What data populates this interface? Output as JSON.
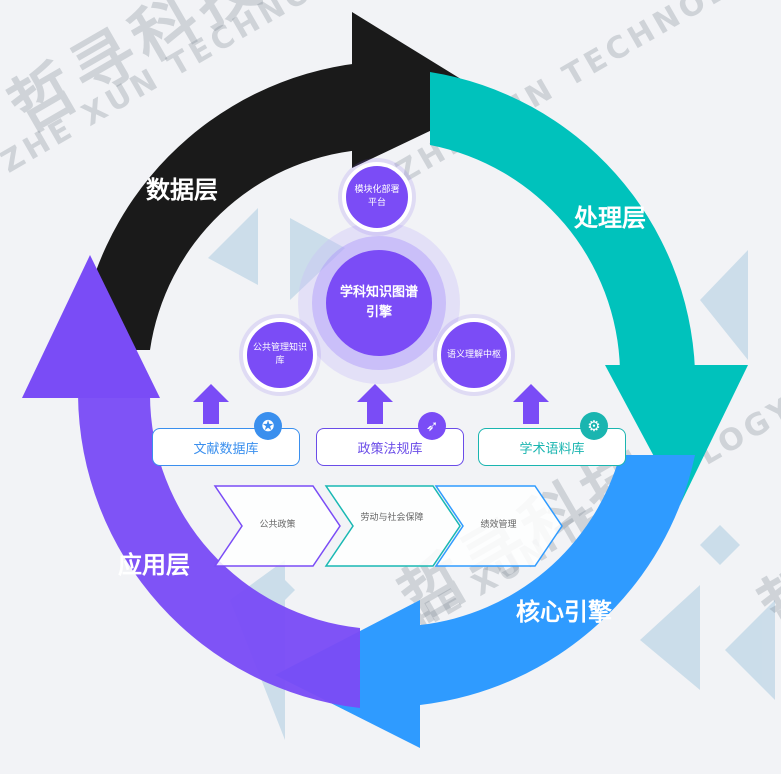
{
  "watermark": {
    "brand": "哲寻科技",
    "brand_en": "ZHE XUN TECHNOLOGY"
  },
  "cycle": {
    "layers": [
      {
        "label": "数据层",
        "color": "#1a1a1a"
      },
      {
        "label": "处理层",
        "color": "#00c2bc"
      },
      {
        "label": "核心引擎",
        "color": "#2f9bff"
      },
      {
        "label": "应用层",
        "color": "#7a4cf6"
      }
    ]
  },
  "engine": {
    "center": "学科知识图谱引擎",
    "modules": [
      {
        "label": "模块化部署平台"
      },
      {
        "label": "公共管理知识库"
      },
      {
        "label": "语义理解中枢"
      }
    ]
  },
  "databases": [
    {
      "label": "文献数据库",
      "color": "#3a8fee",
      "icon": "star-icon",
      "icon_glyph": "✪",
      "icon_color": "#3a8fee"
    },
    {
      "label": "政策法规库",
      "color": "#6a4ce8",
      "icon": "rocket-icon",
      "icon_glyph": "➶",
      "icon_color": "#7a4cf6"
    },
    {
      "label": "学术语料库",
      "color": "#1ab5b0",
      "icon": "gear-icon",
      "icon_glyph": "⚙",
      "icon_color": "#1ab5b0"
    }
  ],
  "domains": [
    {
      "label": "公共政策",
      "color": "#7a4cf6"
    },
    {
      "label": "劳动与社会保障",
      "color": "#19b8b3"
    },
    {
      "label": "绩效管理",
      "color": "#2f9bff"
    }
  ]
}
